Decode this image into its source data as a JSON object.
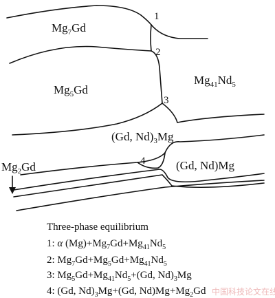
{
  "diagram": {
    "phases": {
      "mg7gd": {
        "base": "Mg",
        "sub1": "7",
        "mid": "Gd"
      },
      "mg5gd": {
        "base": "Mg",
        "sub1": "5",
        "mid": "Gd"
      },
      "mg41nd5": {
        "base": "Mg",
        "sub1": "41",
        "mid": "Nd",
        "sub2": "5"
      },
      "gdnd3mg": {
        "pre": "(Gd, Nd)",
        "sub1": "3",
        "post": "Mg"
      },
      "gdndmg": {
        "text": "(Gd, Nd)Mg"
      },
      "mg2gd": {
        "base": "Mg",
        "sub1": "2",
        "mid": "Gd"
      }
    },
    "points": [
      "1",
      "2",
      "3",
      "4"
    ],
    "legend": {
      "title": "Three-phase equilibrium",
      "lines": [
        {
          "num": "1:",
          "p1": "α",
          "p2": " (Mg)+Mg",
          "s1": "7",
          "p3": "Gd+Mg",
          "s2": "41",
          "p4": "Nd",
          "s3": "5"
        },
        {
          "num": "2:",
          "p1": "Mg",
          "s1": "7",
          "p2": "Gd+Mg",
          "s2": "5",
          "p3": "Gd+Mg",
          "s3": "41",
          "p4": "Nd",
          "s4": "5"
        },
        {
          "num": "3:",
          "p1": "Mg",
          "s1": "5",
          "p2": "Gd+Mg",
          "s2": "41",
          "p3": "Nd",
          "s3": "5",
          "p4": "+(Gd, Nd)",
          "s4": "3",
          "p5": "Mg"
        },
        {
          "num": "4:",
          "p1": "(Gd, Nd)",
          "s1": "3",
          "p2": "Mg+(Gd, Nd)Mg+Mg",
          "s2": "2",
          "p3": "Gd"
        }
      ]
    },
    "watermark": "中国科技论文在线"
  }
}
